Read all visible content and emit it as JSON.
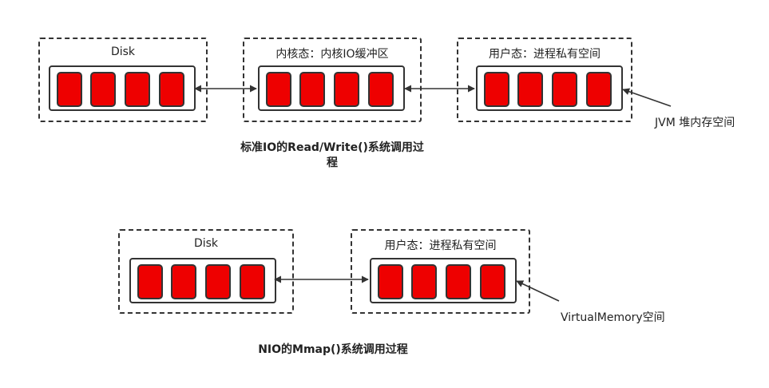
{
  "top_diagram": {
    "disk_box": {
      "title": "Disk"
    },
    "kernel_box": {
      "title": "内核态：内核IO缓冲区"
    },
    "user_box": {
      "title": "用户态：进程私有空间"
    },
    "jvm_label": "JVM 堆内存空间",
    "caption_line1": "标准IO的Read/Write()系统调用过",
    "caption_line2": "程"
  },
  "bottom_diagram": {
    "disk_box": {
      "title": "Disk"
    },
    "user_box": {
      "title": "用户态：进程私有空间"
    },
    "vm_label": "VirtualMemory空间",
    "caption": "NIO的Mmap()系统调用过程"
  },
  "colors": {
    "block_fill": "#ee0000",
    "stroke": "#333333",
    "background": "#ffffff"
  }
}
